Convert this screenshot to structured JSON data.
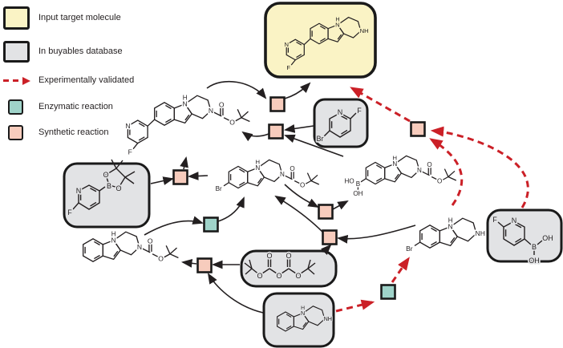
{
  "legend": {
    "items": [
      {
        "id": "target",
        "label": "Input target molecule"
      },
      {
        "id": "buyable",
        "label": "In buyables database"
      },
      {
        "id": "validated",
        "label": "Experimentally validated"
      },
      {
        "id": "enzymatic",
        "label": "Enzymatic reaction"
      },
      {
        "id": "synthetic",
        "label": "Synthetic reaction"
      }
    ]
  },
  "colors": {
    "target_fill": "#FAF3C5",
    "buyable_fill": "#E2E3E5",
    "enzymatic_fill": "#9FD3C9",
    "synthetic_fill": "#F7CCBD",
    "validated_red": "#CB2027",
    "line": "#231F20"
  },
  "molecules": {
    "target": {
      "atoms": [
        "H",
        "N",
        "NH",
        "N",
        "F"
      ]
    },
    "boc_fpyridinyl_carboline": {
      "atoms": [
        "H",
        "N",
        "N",
        "O",
        "O",
        "N",
        "F"
      ]
    },
    "bromo_boc_carboline": {
      "atoms": [
        "H",
        "N",
        "N",
        "O",
        "O",
        "Br"
      ]
    },
    "boronic_boc_carboline": {
      "atoms": [
        "H",
        "N",
        "N",
        "O",
        "O",
        "B",
        "HO",
        "OH"
      ]
    },
    "boc_carboline": {
      "atoms": [
        "H",
        "N",
        "N",
        "O",
        "O"
      ]
    },
    "bromo_carboline": {
      "atoms": [
        "H",
        "N",
        "NH",
        "Br"
      ]
    },
    "tetrahydro_carboline": {
      "atoms": [
        "H",
        "N",
        "NH"
      ]
    },
    "bromofluoropyridine": {
      "atoms": [
        "N",
        "F",
        "Br"
      ]
    },
    "fpyridine_pinacol_boronate": {
      "atoms": [
        "N",
        "F",
        "B",
        "O",
        "O"
      ]
    },
    "boc_anhydride": {
      "atoms": [
        "O",
        "O",
        "O",
        "O",
        "O"
      ]
    },
    "fpyridine_boronic_acid": {
      "atoms": [
        "N",
        "F",
        "B",
        "OH",
        "OH"
      ]
    }
  },
  "graph": {
    "nodes": [
      {
        "id": "target",
        "kind": "target",
        "boxed": true
      },
      {
        "id": "boc_fpyridinyl_carboline",
        "kind": "intermediate",
        "boxed": false
      },
      {
        "id": "bromo_boc_carboline",
        "kind": "intermediate",
        "boxed": false
      },
      {
        "id": "boronic_boc_carboline",
        "kind": "intermediate",
        "boxed": false
      },
      {
        "id": "boc_carboline",
        "kind": "intermediate",
        "boxed": false
      },
      {
        "id": "bromo_carboline",
        "kind": "intermediate",
        "boxed": false
      },
      {
        "id": "bromofluoropyridine",
        "kind": "buyable",
        "boxed": true
      },
      {
        "id": "fpyridine_pinacol_boronate",
        "kind": "buyable",
        "boxed": true
      },
      {
        "id": "boc_anhydride",
        "kind": "buyable",
        "boxed": true
      },
      {
        "id": "tetrahydro_carboline",
        "kind": "buyable",
        "boxed": true
      },
      {
        "id": "fpyridine_boronic_acid",
        "kind": "buyable",
        "boxed": true
      }
    ],
    "reactions": [
      {
        "id": "rxn-deprotection",
        "type": "synthetic",
        "validated": false,
        "inputs": [
          "boc_fpyridinyl_carboline"
        ],
        "outputs": [
          "target"
        ]
      },
      {
        "id": "rxn-suzuki-boronic-boc",
        "type": "synthetic",
        "validated": false,
        "inputs": [
          "bromofluoropyridine",
          "boronic_boc_carboline"
        ],
        "outputs": [
          "boc_fpyridinyl_carboline"
        ]
      },
      {
        "id": "rxn-suzuki-pinacol",
        "type": "synthetic",
        "validated": false,
        "inputs": [
          "fpyridine_pinacol_boronate",
          "bromo_boc_carboline"
        ],
        "outputs": [
          "boc_fpyridinyl_carboline"
        ]
      },
      {
        "id": "rxn-enzymatic-halogenation-boc",
        "type": "enzymatic",
        "validated": false,
        "inputs": [
          "boc_carboline"
        ],
        "outputs": [
          "bromo_boc_carboline"
        ]
      },
      {
        "id": "rxn-boc-protection",
        "type": "synthetic",
        "validated": false,
        "inputs": [
          "boc_anhydride",
          "tetrahydro_carboline"
        ],
        "outputs": [
          "boc_carboline"
        ]
      },
      {
        "id": "rxn-boc-protection-bromo",
        "type": "synthetic",
        "validated": false,
        "inputs": [
          "bromo_carboline",
          "boc_anhydride"
        ],
        "outputs": [
          "bromo_boc_carboline"
        ]
      },
      {
        "id": "rxn-borylation",
        "type": "synthetic",
        "validated": false,
        "inputs": [
          "bromo_boc_carboline"
        ],
        "outputs": [
          "boronic_boc_carboline"
        ]
      },
      {
        "id": "rxn-enzymatic-halogenation",
        "type": "enzymatic",
        "validated": true,
        "inputs": [
          "tetrahydro_carboline"
        ],
        "outputs": [
          "bromo_carboline"
        ]
      },
      {
        "id": "rxn-suzuki-validated",
        "type": "synthetic",
        "validated": true,
        "inputs": [
          "bromo_carboline",
          "fpyridine_boronic_acid"
        ],
        "outputs": [
          "target"
        ]
      }
    ]
  }
}
